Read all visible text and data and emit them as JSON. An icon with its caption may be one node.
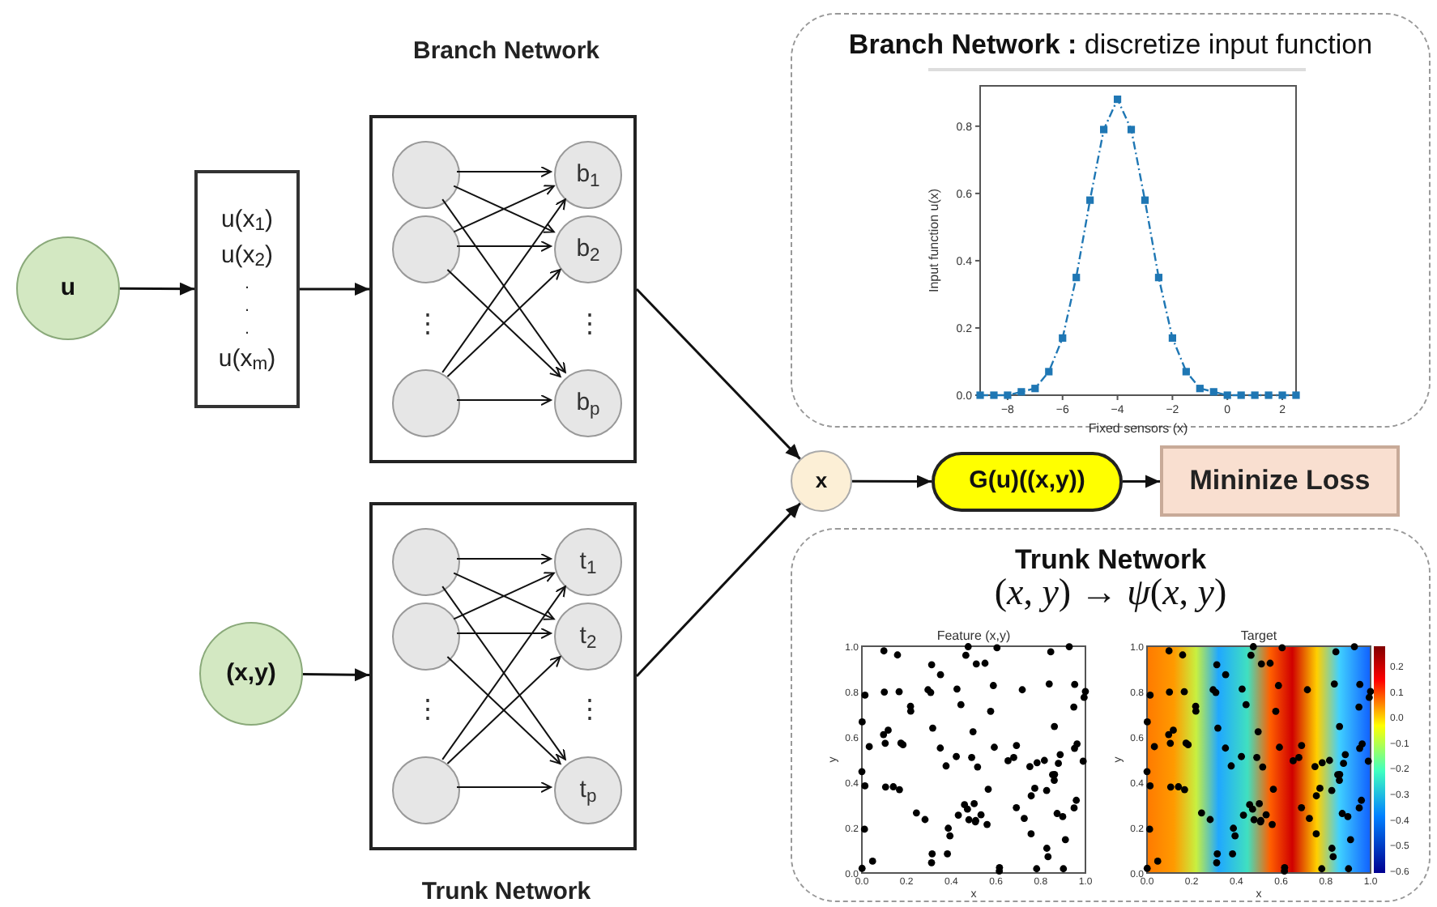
{
  "diagram": {
    "nodes": [
      {
        "text": [
          "u"
        ]
      },
      {
        "text": [
          "u(x$_{1}$)",
          "u(x$_{2}$)",
          ".",
          ".",
          ".",
          "u(x$_{m}$)"
        ]
      },
      {
        "text": [
          "Branch Network"
        ]
      },
      {
        "text": [],
        "shape": "circle",
        "in": 2
      },
      {
        "text": [],
        "shape": "circle",
        "in": 2
      },
      {
        "text": [],
        "shape": "circle",
        "in": 2
      },
      {
        "text": [
          "b$_{1}$"
        ],
        "in": 2
      },
      {
        "text": [
          "b$_{2}$"
        ],
        "in": 2
      },
      {
        "text": [
          "b$_{p}$"
        ],
        "in": 2
      },
      {
        "text": [
          "Trunk Network"
        ]
      },
      {
        "text": [],
        "shape": "circle",
        "in": 9
      },
      {
        "text": [],
        "shape": "circle",
        "in": 9
      },
      {
        "text": [],
        "shape": "circle",
        "in": 9
      },
      {
        "text": [
          "t$_{1}$"
        ],
        "in": 9
      },
      {
        "text": [
          "t$_{2}$"
        ],
        "in": 9
      },
      {
        "text": [
          "t$_{p}$"
        ],
        "in": 9
      },
      {
        "text": [
          "(x,y)"
        ]
      },
      {
        "text": [
          "x"
        ]
      },
      {
        "text": [
          "G(u)((x,y))"
        ]
      },
      {
        "text": [
          "Mininize Loss"
        ]
      },
      {
        "text": [
          "**Branch Network :** discretize input function"
        ]
      },
      {
        "text": [
          "Trunk Network",
          "(*x*, *y*) → *ψ*(*x*, *y*)"
        ]
      }
    ],
    "edges": [
      {
        "from": 0,
        "to": 1,
        "arrow": "to"
      },
      {
        "from": 1,
        "to": 2,
        "arrow": "to"
      },
      {
        "from": 16,
        "to": 9,
        "arrow": "to"
      },
      {
        "from": 2,
        "to": 17,
        "arrow": "to"
      },
      {
        "from": 9,
        "to": 17,
        "arrow": "to"
      },
      {
        "from": 17,
        "to": 18,
        "arrow": "to"
      },
      {
        "from": 18,
        "to": 19,
        "arrow": "to"
      },
      {
        "from": 3,
        "to": 6,
        "arrow": "to"
      },
      {
        "from": 3,
        "to": 7,
        "arrow": "to"
      },
      {
        "from": 3,
        "to": 8,
        "arrow": "to"
      },
      {
        "from": 4,
        "to": 6,
        "arrow": "to"
      },
      {
        "from": 4,
        "to": 7,
        "arrow": "to"
      },
      {
        "from": 4,
        "to": 8,
        "arrow": "to"
      },
      {
        "from": 5,
        "to": 6,
        "arrow": "to"
      },
      {
        "from": 5,
        "to": 7,
        "arrow": "to"
      },
      {
        "from": 5,
        "to": 8,
        "arrow": "to"
      },
      {
        "from": 10,
        "to": 13,
        "arrow": "to"
      },
      {
        "from": 10,
        "to": 14,
        "arrow": "to"
      },
      {
        "from": 10,
        "to": 15,
        "arrow": "to"
      },
      {
        "from": 11,
        "to": 13,
        "arrow": "to"
      },
      {
        "from": 11,
        "to": 14,
        "arrow": "to"
      },
      {
        "from": 11,
        "to": 15,
        "arrow": "to"
      },
      {
        "from": 12,
        "to": 13,
        "arrow": "to"
      },
      {
        "from": 12,
        "to": 14,
        "arrow": "to"
      },
      {
        "from": 12,
        "to": 15,
        "arrow": "to"
      }
    ],
    "labels": [
      "⋮",
      "⋮",
      "⋮",
      "⋮",
      "Feature (x,y)",
      "Target",
      "1.0",
      "0.8",
      "0.6",
      "0.4",
      "0.2",
      "0.0",
      "0.0",
      "0.2",
      "0.4",
      "0.6",
      "0.8",
      "1.0",
      "y",
      "x",
      "1.0",
      "0.8",
      "0.6",
      "0.4",
      "0.2",
      "0.0",
      "0.0",
      "0.2",
      "0.4",
      "0.6",
      "0.8",
      "1.0",
      "y",
      "x",
      "0.2",
      "0.1",
      "0.0",
      "−0.1",
      "−0.2",
      "−0.3",
      "−0.4",
      "−0.5",
      "−0.6"
    ],
    "chart_data": {
      "type": "line",
      "xlabel": "Fixed sensors (x)",
      "ylabel": "Input function u(x)",
      "x": [
        -9,
        -8.5,
        -8,
        -7.5,
        -7,
        -6.5,
        -6,
        -5.5,
        -5,
        -4.5,
        -4,
        -3.5,
        -3,
        -2.5,
        -2,
        -1.5,
        -1,
        -0.5,
        0,
        0.5,
        1,
        1.5,
        2,
        2.5
      ],
      "series": [
        {
          "color": "#1f77b4",
          "line_style": "dashdot",
          "marker": "square",
          "values": [
            0,
            0,
            0,
            0.01,
            0.02,
            0.07,
            0.17,
            0.35,
            0.58,
            0.79,
            0.88,
            0.79,
            0.58,
            0.35,
            0.17,
            0.07,
            0.02,
            0.01,
            0,
            0,
            0,
            0,
            0,
            0
          ]
        }
      ],
      "xlim": [
        -9,
        2.5
      ],
      "ylim": [
        0,
        0.92
      ],
      "xticks": [
        {
          "value": -8,
          "label": "−8"
        },
        {
          "value": -6,
          "label": "−6"
        },
        {
          "value": -4,
          "label": "−4"
        },
        {
          "value": -2,
          "label": "−2"
        },
        {
          "value": 0,
          "label": "0"
        },
        {
          "value": 2,
          "label": "2"
        }
      ],
      "yticks": [
        {
          "value": 0,
          "label": "0.0"
        },
        {
          "value": 0.2,
          "label": "0.2"
        },
        {
          "value": 0.4,
          "label": "0.4"
        },
        {
          "value": 0.6,
          "label": "0.6"
        },
        {
          "value": 0.8,
          "label": "0.8"
        }
      ]
    }
  }
}
